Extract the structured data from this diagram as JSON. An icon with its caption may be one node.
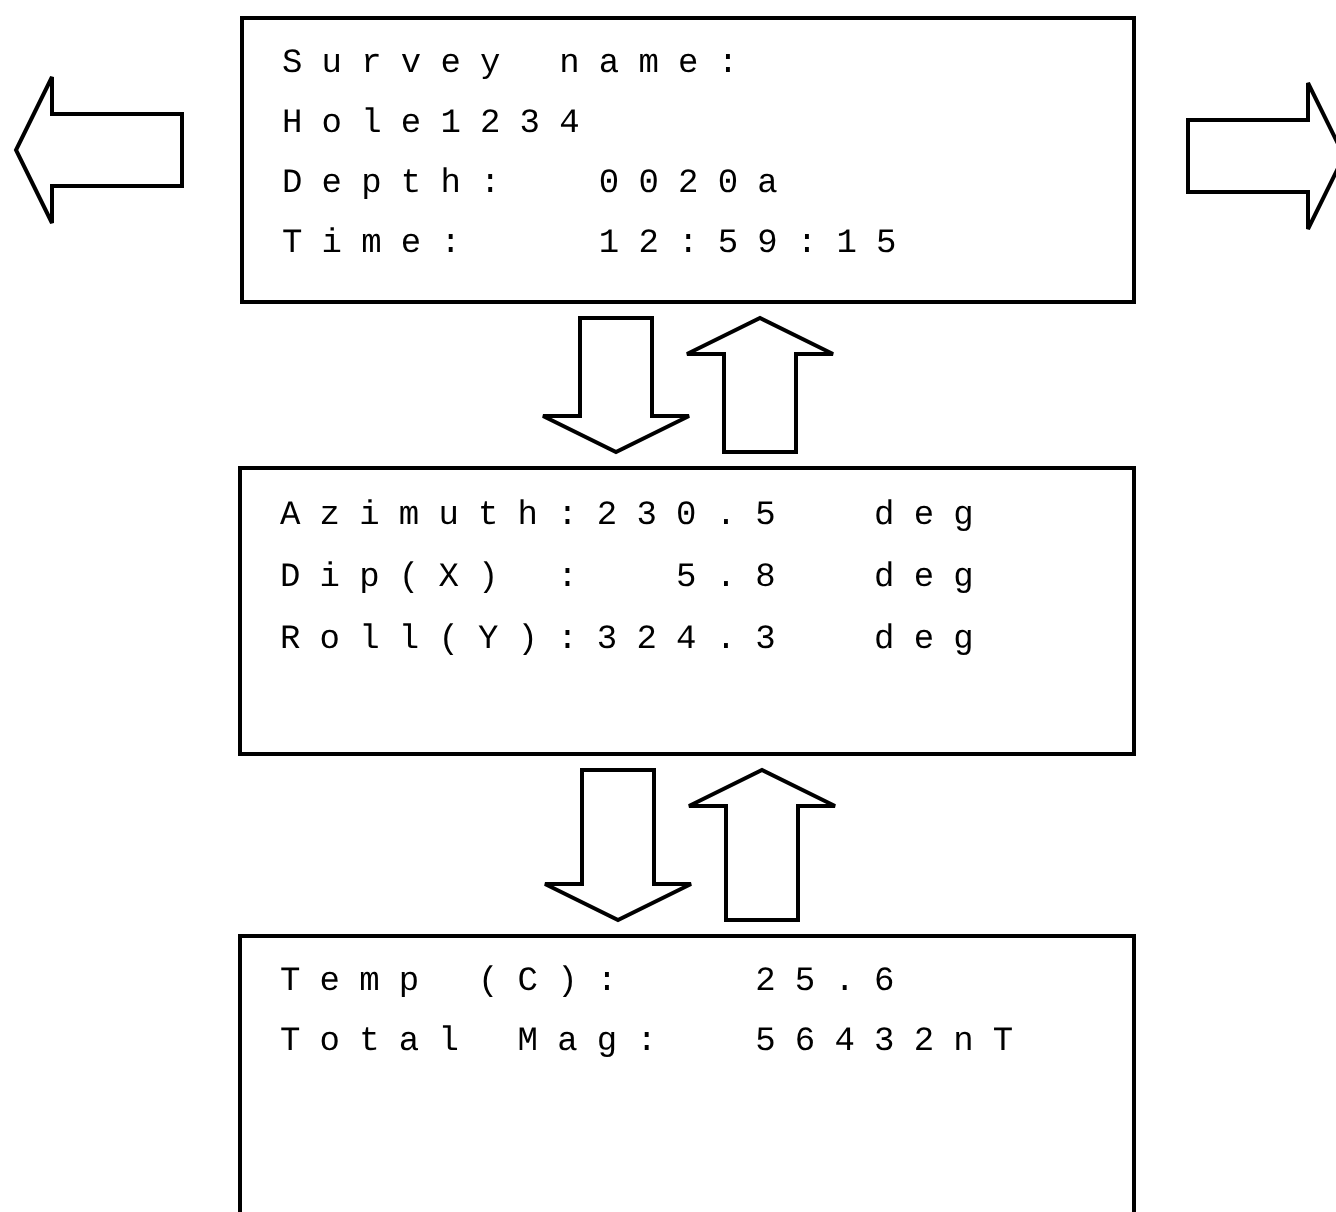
{
  "diagram": {
    "nodes": [
      {
        "text": [
          "Survey name:",
          "Hole1234",
          "Depth:  0020a",
          "Time:   12:59:15"
        ]
      },
      {
        "text": [
          "Azimuth:230.5  deg",
          "Dip(X) :  5.8  deg",
          "Roll(Y):324.3  deg"
        ]
      },
      {
        "text": [
          "Temp (C):   25.6",
          "Total Mag:  56432nT"
        ]
      }
    ],
    "edges": [
      {
        "from": 0,
        "to": 1,
        "arrow": "to"
      },
      {
        "from": 1,
        "to": 0,
        "arrow": "to"
      },
      {
        "from": 1,
        "to": 2,
        "arrow": "to"
      },
      {
        "from": 2,
        "to": 1,
        "arrow": "to"
      },
      {
        "from": 0,
        "to": null,
        "arrow": "to"
      },
      {
        "from": 0,
        "to": null,
        "arrow": "to"
      }
    ]
  }
}
